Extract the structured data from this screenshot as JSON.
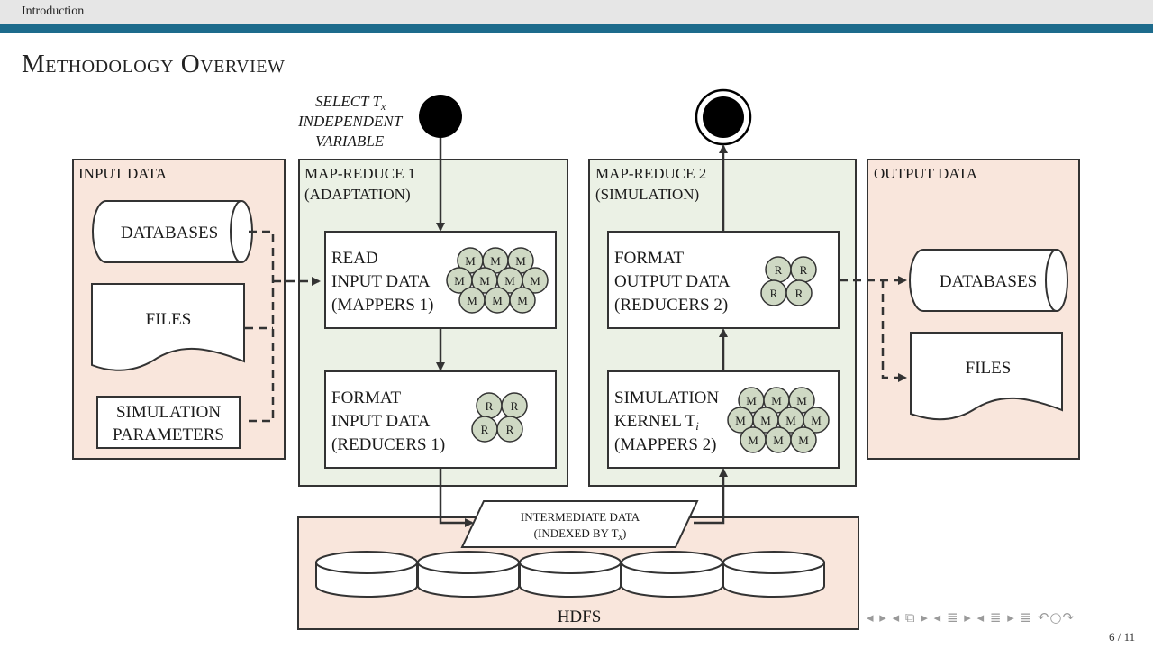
{
  "header": {
    "section": "Introduction"
  },
  "slide": {
    "title": "Methodology Overview"
  },
  "diagram": {
    "start_label_1": "SELECT T",
    "start_label_sub": "x",
    "start_label_2": "INDEPENDENT",
    "start_label_3": "VARIABLE",
    "input_panel": {
      "title": "INPUT DATA",
      "databases": "DATABASES",
      "files": "FILES",
      "sim_params_1": "SIMULATION",
      "sim_params_2": "PARAMETERS"
    },
    "mr1": {
      "title_1": "MAP-REDUCE 1",
      "title_2": "(ADAPTATION)",
      "read_1": "READ",
      "read_2": "INPUT DATA",
      "read_3": "(MAPPERS 1)",
      "format_1": "FORMAT",
      "format_2": "INPUT DATA",
      "format_3": "(REDUCERS 1)"
    },
    "mr2": {
      "title_1": "MAP-REDUCE 2",
      "title_2": "(SIMULATION)",
      "format_1": "FORMAT",
      "format_2": "OUTPUT DATA",
      "format_3": "(REDUCERS 2)",
      "sim_1": "SIMULATION",
      "sim_2": "KERNEL T",
      "sim_2_sub": "i",
      "sim_3": "(MAPPERS 2)"
    },
    "output_panel": {
      "title": "OUTPUT DATA",
      "databases": "DATABASES",
      "files": "FILES"
    },
    "intermediate_1": "INTERMEDIATE DATA",
    "intermediate_2": "(INDEXED BY T",
    "intermediate_2_sub": "x",
    "intermediate_2_end": ")",
    "hdfs": "HDFS",
    "mapper_letter": "M",
    "reducer_letter": "R"
  },
  "footer": {
    "nav_symbols": "◂ ▸ ◂ ⧉ ▸ ◂ ≣ ▸ ◂ ≣ ▸ ≣ ↶○↷",
    "page": "6 / 11"
  },
  "colors": {
    "stripe": "#1d6b8c",
    "peach": "#f9e6dc",
    "green": "#ebf1e5",
    "circle": "#cfd9c4"
  }
}
